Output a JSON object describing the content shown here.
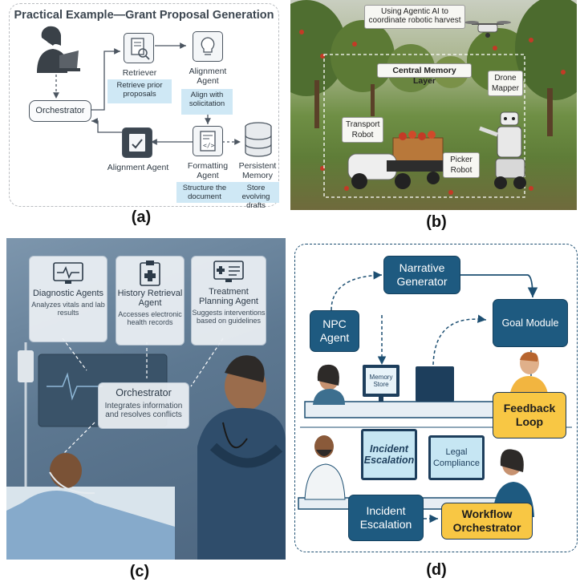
{
  "panel_a": {
    "title": "Practical Example—Grant Proposal Generation",
    "caption": "(a)",
    "orchestrator": "Orchestrator",
    "retriever_agent": "Retriever Agent",
    "retriever_task": "Retrieve prior proposals",
    "alignment_agent_top": "Alignment Agent",
    "alignment_task": "Align with solicitation",
    "alignment_agent_bottom": "Alignment Agent",
    "formatting_agent": "Formatting Agent",
    "formatting_task": "Structure the document",
    "persistent_memory": "Persistent Memory",
    "memory_task": "Store evolving drafts"
  },
  "panel_b": {
    "caption": "(b)",
    "banner": "Using Agentic AI to coordinate robotic harvest",
    "memory_layer": "Central Memory Layer",
    "drone_mapper": "Drone Mapper",
    "transport_robot": "Transport Robot",
    "picker_robot": "Picker Robot"
  },
  "panel_c": {
    "caption": "(c)",
    "diagnostic_title": "Diagnostic Agents",
    "diagnostic_sub": "Analyzes vitals and lab results",
    "history_title": "History Retrieval Agent",
    "history_sub": "Accesses electronic health records",
    "treatment_title": "Treatment Planning Agent",
    "treatment_sub": "Suggests interventions based on guidelines",
    "orchestrator_title": "Orchestrator",
    "orchestrator_sub": "Integrates information and resolves conflicts"
  },
  "panel_d": {
    "caption": "(d)",
    "narrative_generator": "Narrative Generator",
    "npc_agent": "NPC Agent",
    "goal_module": "Goal Module",
    "memory_store": "Memory Store",
    "feedback_loop": "Feedback Loop",
    "incident_screen": "Incident Escalation",
    "legal_screen": "Legal Compliance",
    "incident_box": "Incident Escalation",
    "workflow_orchestrator": "Workflow Orchestrator"
  },
  "colors": {
    "panel_d_navy": "#1e5a80",
    "panel_d_yellow": "#f8c744",
    "panel_a_blue_note": "#cfe8f5"
  }
}
